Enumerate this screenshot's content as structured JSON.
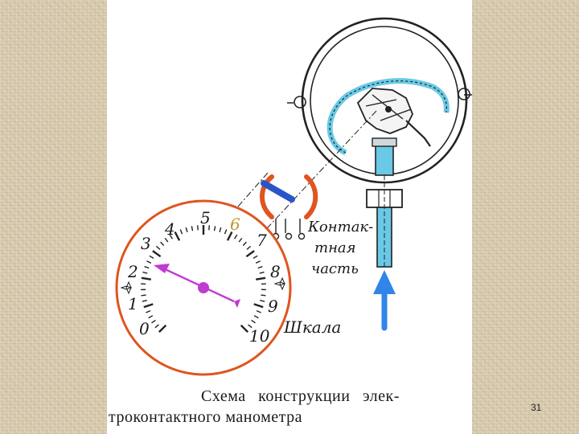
{
  "diagram": {
    "scale_numbers": [
      "0",
      "1",
      "2",
      "3",
      "4",
      "5",
      "6",
      "7",
      "8",
      "9",
      "10"
    ],
    "labels": {
      "contact_part_line1": "Контак-",
      "contact_part_line2": "тная",
      "contact_part_line3": "часть",
      "scale": "Шкала"
    }
  },
  "caption": {
    "line1": "Схема конструкции элек-",
    "line2": "троконтактного манометра"
  },
  "slide_number": "31",
  "colors": {
    "outer_ring": "#e0541f",
    "pointer": "#c03bd0",
    "arrow": "#2f86e8",
    "contact_left": "#e0541f",
    "contact_bar": "#2a55c8",
    "tube": "#69c9e6"
  }
}
